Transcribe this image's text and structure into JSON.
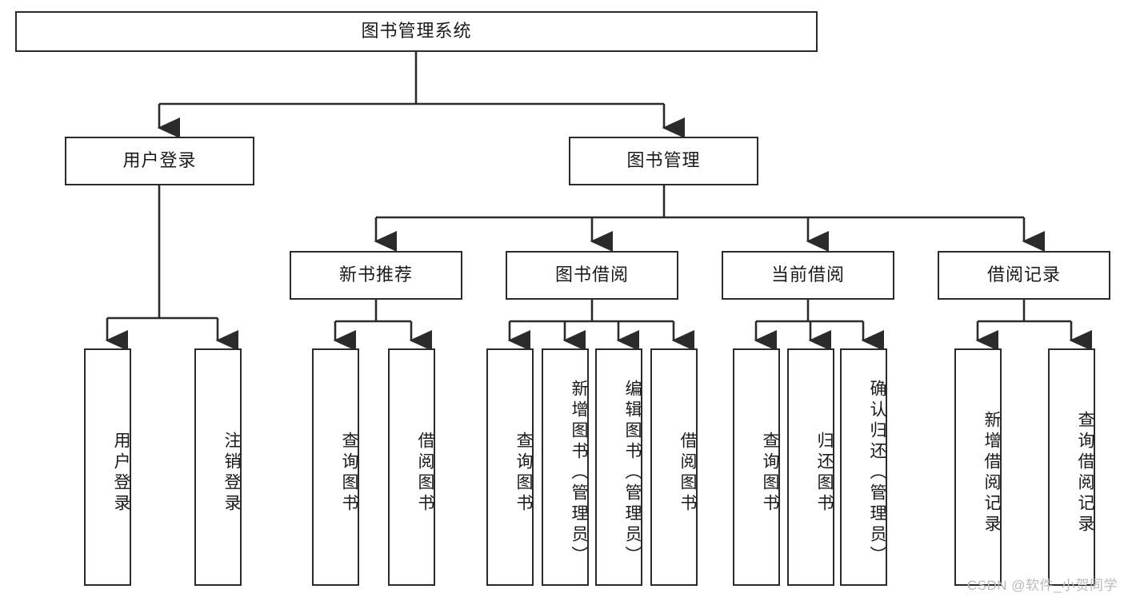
{
  "diagram": {
    "type": "tree-hierarchy-chart",
    "title": "图书管理系统",
    "orientation": "top-down",
    "colors": {
      "box_border": "#2b2b2b",
      "box_fill": "#ffffff",
      "connector": "#2b2b2b",
      "text": "#1a1a1a",
      "watermark": "#b9b9b9",
      "background": "#ffffff"
    },
    "levels": {
      "root": {
        "label": "图书管理系统"
      },
      "level2": [
        {
          "label": "用户登录"
        },
        {
          "label": "图书管理"
        }
      ],
      "level3": [
        {
          "label": "新书推荐"
        },
        {
          "label": "图书借阅"
        },
        {
          "label": "当前借阅"
        },
        {
          "label": "借阅记录"
        }
      ],
      "leaves": {
        "user_login": [
          {
            "label": "用户登录"
          },
          {
            "label": "注销登录"
          }
        ],
        "new_book_recommend": [
          {
            "label": "查询图书"
          },
          {
            "label": "借阅图书"
          }
        ],
        "book_borrow": [
          {
            "label": "查询图书"
          },
          {
            "label": "新增图书（管理员）"
          },
          {
            "label": "编辑图书（管理员）"
          },
          {
            "label": "借阅图书"
          }
        ],
        "current_borrow": [
          {
            "label": "查询图书"
          },
          {
            "label": "归还图书"
          },
          {
            "label": "确认归还（管理员）"
          }
        ],
        "borrow_records": [
          {
            "label": "新增借阅记录"
          },
          {
            "label": "查询借阅记录"
          }
        ]
      }
    },
    "watermark": "CSDN @软件_小贺同学"
  }
}
